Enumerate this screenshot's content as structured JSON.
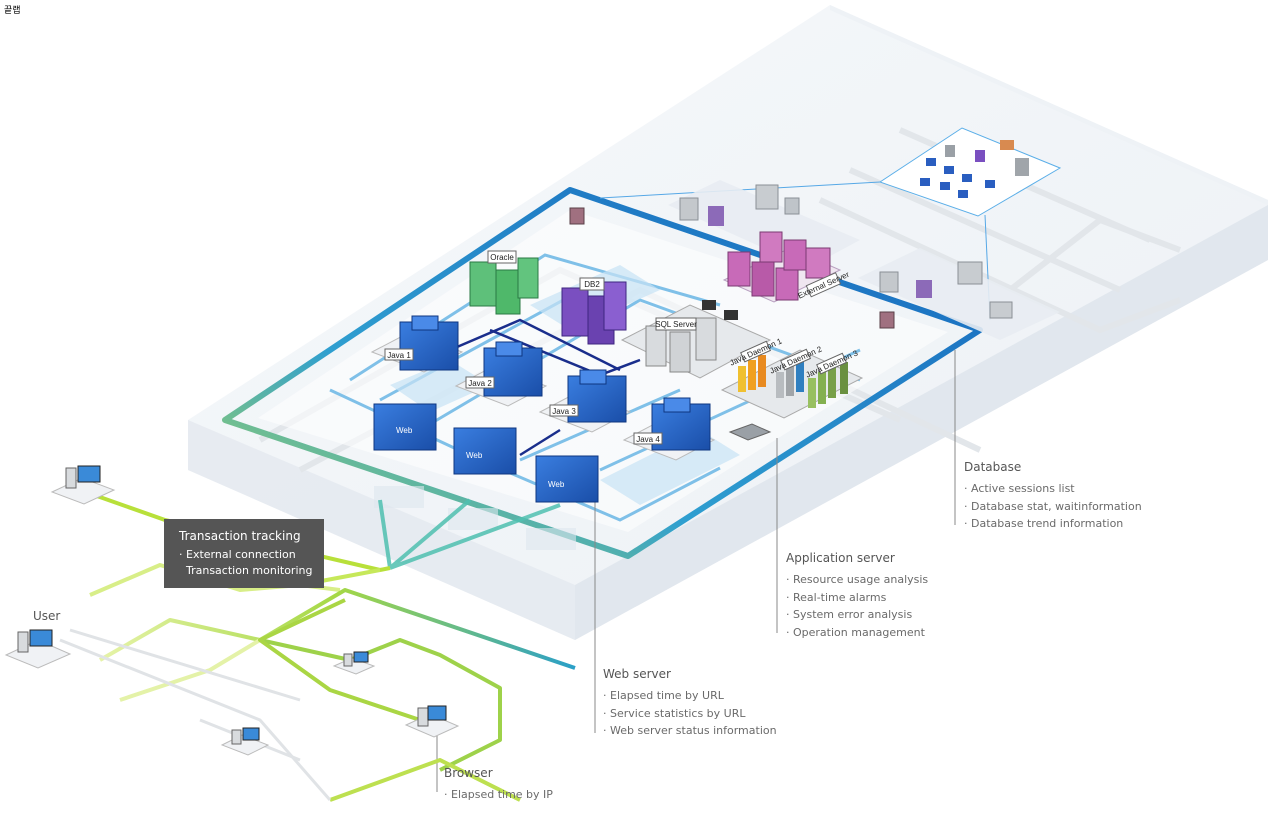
{
  "corner_text": "끝랩",
  "tooltip": {
    "title": "Transaction tracking",
    "items": [
      "· External connection",
      "  Transaction monitoring"
    ]
  },
  "user_label": "User",
  "callouts": {
    "database": {
      "title": "Database",
      "items": [
        "· Active sessions list",
        "· Database stat, waitinformation",
        "· Database trend information"
      ]
    },
    "application_server": {
      "title": "Application server",
      "items": [
        "· Resource usage analysis",
        "· Real-time alarms",
        "· System error analysis",
        "· Operation management"
      ]
    },
    "web_server": {
      "title": "Web server",
      "items": [
        "· Elapsed time by URL",
        "· Service statistics by URL",
        "· Web server status information"
      ]
    },
    "browser": {
      "title": "Browser",
      "items": [
        "· Elapsed time by IP"
      ]
    }
  },
  "node_labels": {
    "oracle": "Oracle",
    "db2": "DB2",
    "sql_server": "SQL Server",
    "external_server": "External Server",
    "java1": "Java 1",
    "java2": "Java 2",
    "java3": "Java 3",
    "java4": "Java 4",
    "java_daemon1": "Java Daemon 1",
    "java_daemon2": "Java Daemon 2",
    "java_daemon3": "Java Daemon 3",
    "web": "Web"
  },
  "colors": {
    "frame_blue": "#1a6fc4",
    "link_green": "#a8d84a",
    "link_teal": "#3fa8b8",
    "tooltip_bg": "#555555",
    "web_server_blue": "#2456b4",
    "db2_purple": "#7a4fc0",
    "oracle_green": "#4fb86a",
    "external_pink": "#c86ab8"
  }
}
